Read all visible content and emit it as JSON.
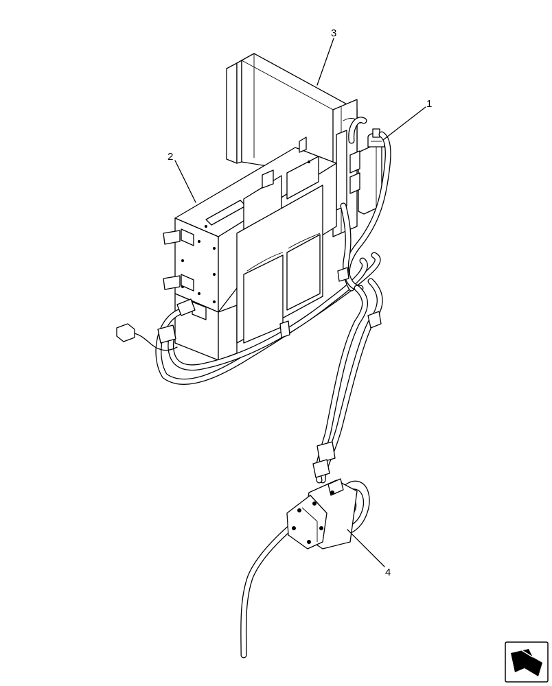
{
  "diagram": {
    "callouts": [
      {
        "id": "1",
        "text": "1"
      },
      {
        "id": "2",
        "text": "2"
      },
      {
        "id": "3",
        "text": "3"
      },
      {
        "id": "4",
        "text": "4"
      }
    ],
    "nav_icon": "next-page-arrow-icon"
  }
}
